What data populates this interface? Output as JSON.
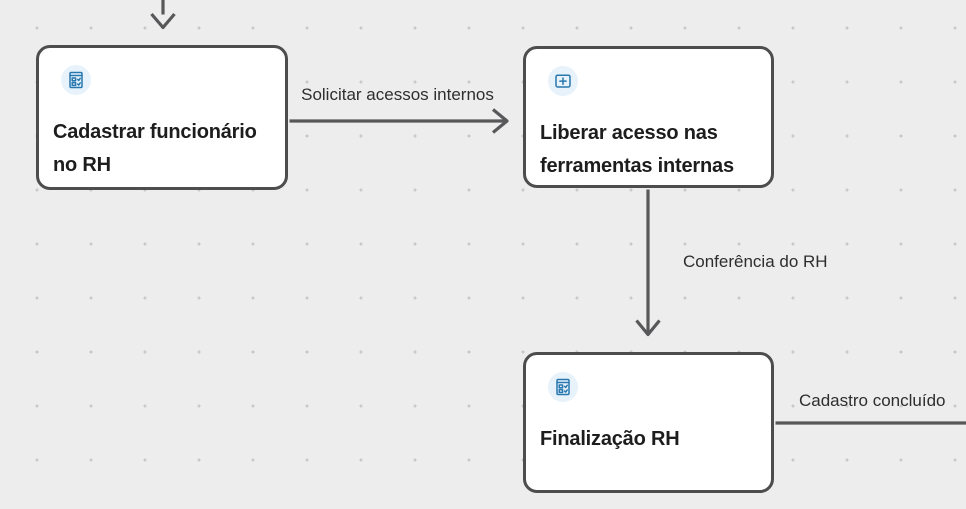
{
  "diagram": {
    "colors": {
      "canvas_background": "#ededed",
      "grid_dot": "#c9c9c9",
      "node_border": "#4d4d4d",
      "node_background": "#ffffff",
      "edge_stroke": "#58585a",
      "title_text": "#1d1d1d",
      "label_text": "#2e2e2e",
      "icon_stroke": "#2878af",
      "icon_circle_background": "#e8f2fa"
    },
    "nodes": [
      {
        "title": "Cadastrar funcionário no RH",
        "icon": "form-checklist-icon"
      },
      {
        "title": "Liberar acesso nas ferramentas internas",
        "icon": "add-icon"
      },
      {
        "title": "Finalização RH",
        "icon": "form-checklist-icon"
      }
    ],
    "edges": [
      {
        "from": "offscreen-top",
        "to": 0,
        "label": ""
      },
      {
        "from": 0,
        "to": 1,
        "label": "Solicitar acessos internos"
      },
      {
        "from": 1,
        "to": 2,
        "label": "Conferência do RH"
      },
      {
        "from": 2,
        "to": "offscreen-right",
        "label": "Cadastro concluído"
      }
    ]
  }
}
